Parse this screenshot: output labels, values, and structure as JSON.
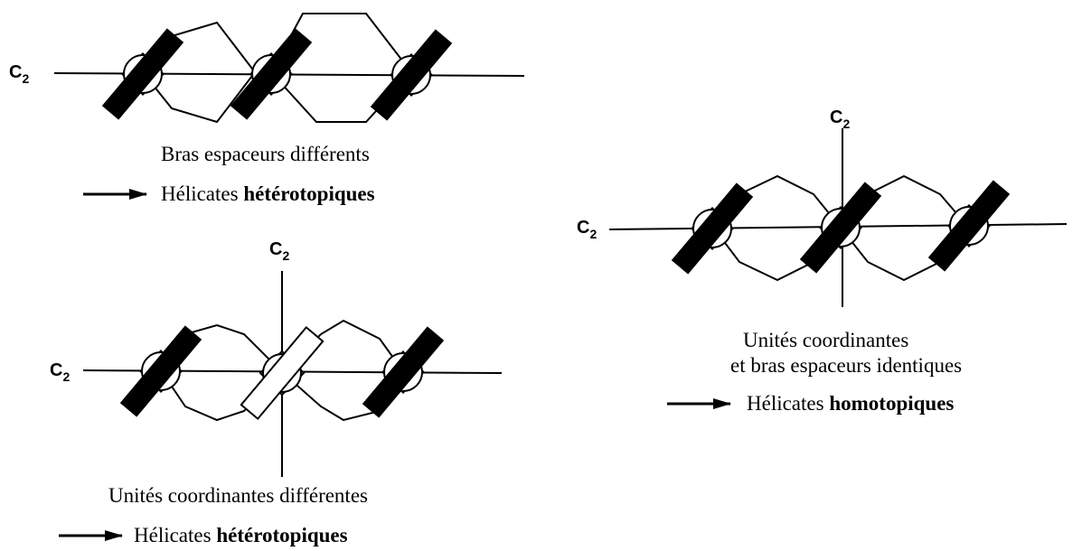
{
  "axis_label": {
    "main": "C",
    "sub": "2"
  },
  "colors": {
    "ink": "#000000",
    "paper": "#ffffff"
  },
  "top_left": {
    "caption": "Bras espaceurs différents",
    "result_prefix": "Hélicates ",
    "result_emphasis": "hétérotopiques"
  },
  "bottom_left": {
    "caption": "Unités coordinantes différentes",
    "result_prefix": "Hélicates ",
    "result_emphasis": "hétérotopiques"
  },
  "right": {
    "caption_line1": "Unités coordinantes",
    "caption_line2": "et bras espaceurs identiques",
    "result_prefix": "Hélicates ",
    "result_emphasis": "homotopiques"
  },
  "icons": [
    "arrow-right-icon",
    "metal-unit-icon"
  ]
}
